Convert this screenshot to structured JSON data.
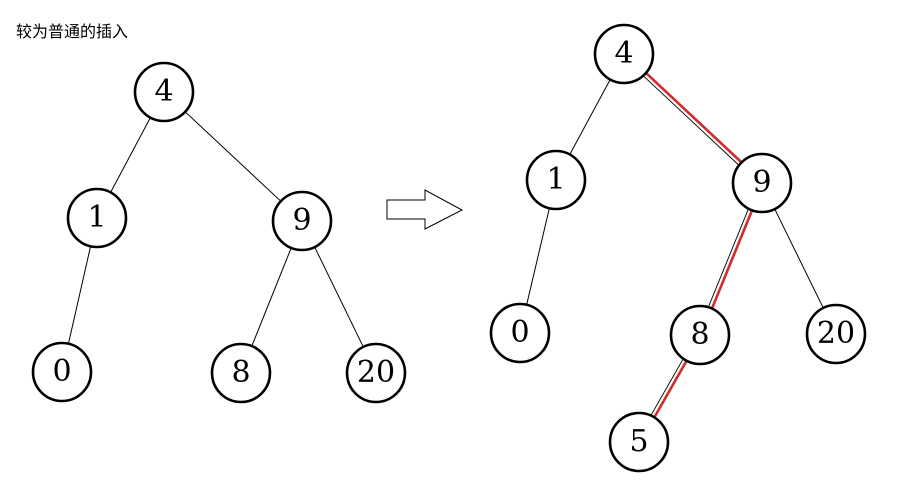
{
  "caption": "较为普通的插入",
  "colors": {
    "highlight": "#d42a2a",
    "node_stroke": "#000000"
  },
  "trees": [
    {
      "nodes": [
        {
          "id": "l4",
          "label": "4"
        },
        {
          "id": "l1",
          "label": "1"
        },
        {
          "id": "l9",
          "label": "9"
        },
        {
          "id": "l0",
          "label": "0"
        },
        {
          "id": "l8",
          "label": "8"
        },
        {
          "id": "l20",
          "label": "20"
        }
      ],
      "edges": [
        {
          "from": "l4",
          "to": "l1"
        },
        {
          "from": "l4",
          "to": "l9"
        },
        {
          "from": "l1",
          "to": "l0"
        },
        {
          "from": "l9",
          "to": "l8"
        },
        {
          "from": "l9",
          "to": "l20"
        }
      ]
    },
    {
      "nodes": [
        {
          "id": "r4",
          "label": "4"
        },
        {
          "id": "r1",
          "label": "1"
        },
        {
          "id": "r9",
          "label": "9"
        },
        {
          "id": "r0",
          "label": "0"
        },
        {
          "id": "r8",
          "label": "8"
        },
        {
          "id": "r20",
          "label": "20"
        },
        {
          "id": "r5",
          "label": "5"
        }
      ],
      "edges": [
        {
          "from": "r4",
          "to": "r1"
        },
        {
          "from": "r4",
          "to": "r9",
          "highlight": true
        },
        {
          "from": "r1",
          "to": "r0"
        },
        {
          "from": "r9",
          "to": "r8",
          "highlight": true
        },
        {
          "from": "r9",
          "to": "r20"
        },
        {
          "from": "r8",
          "to": "r5",
          "highlight": true
        }
      ]
    }
  ]
}
